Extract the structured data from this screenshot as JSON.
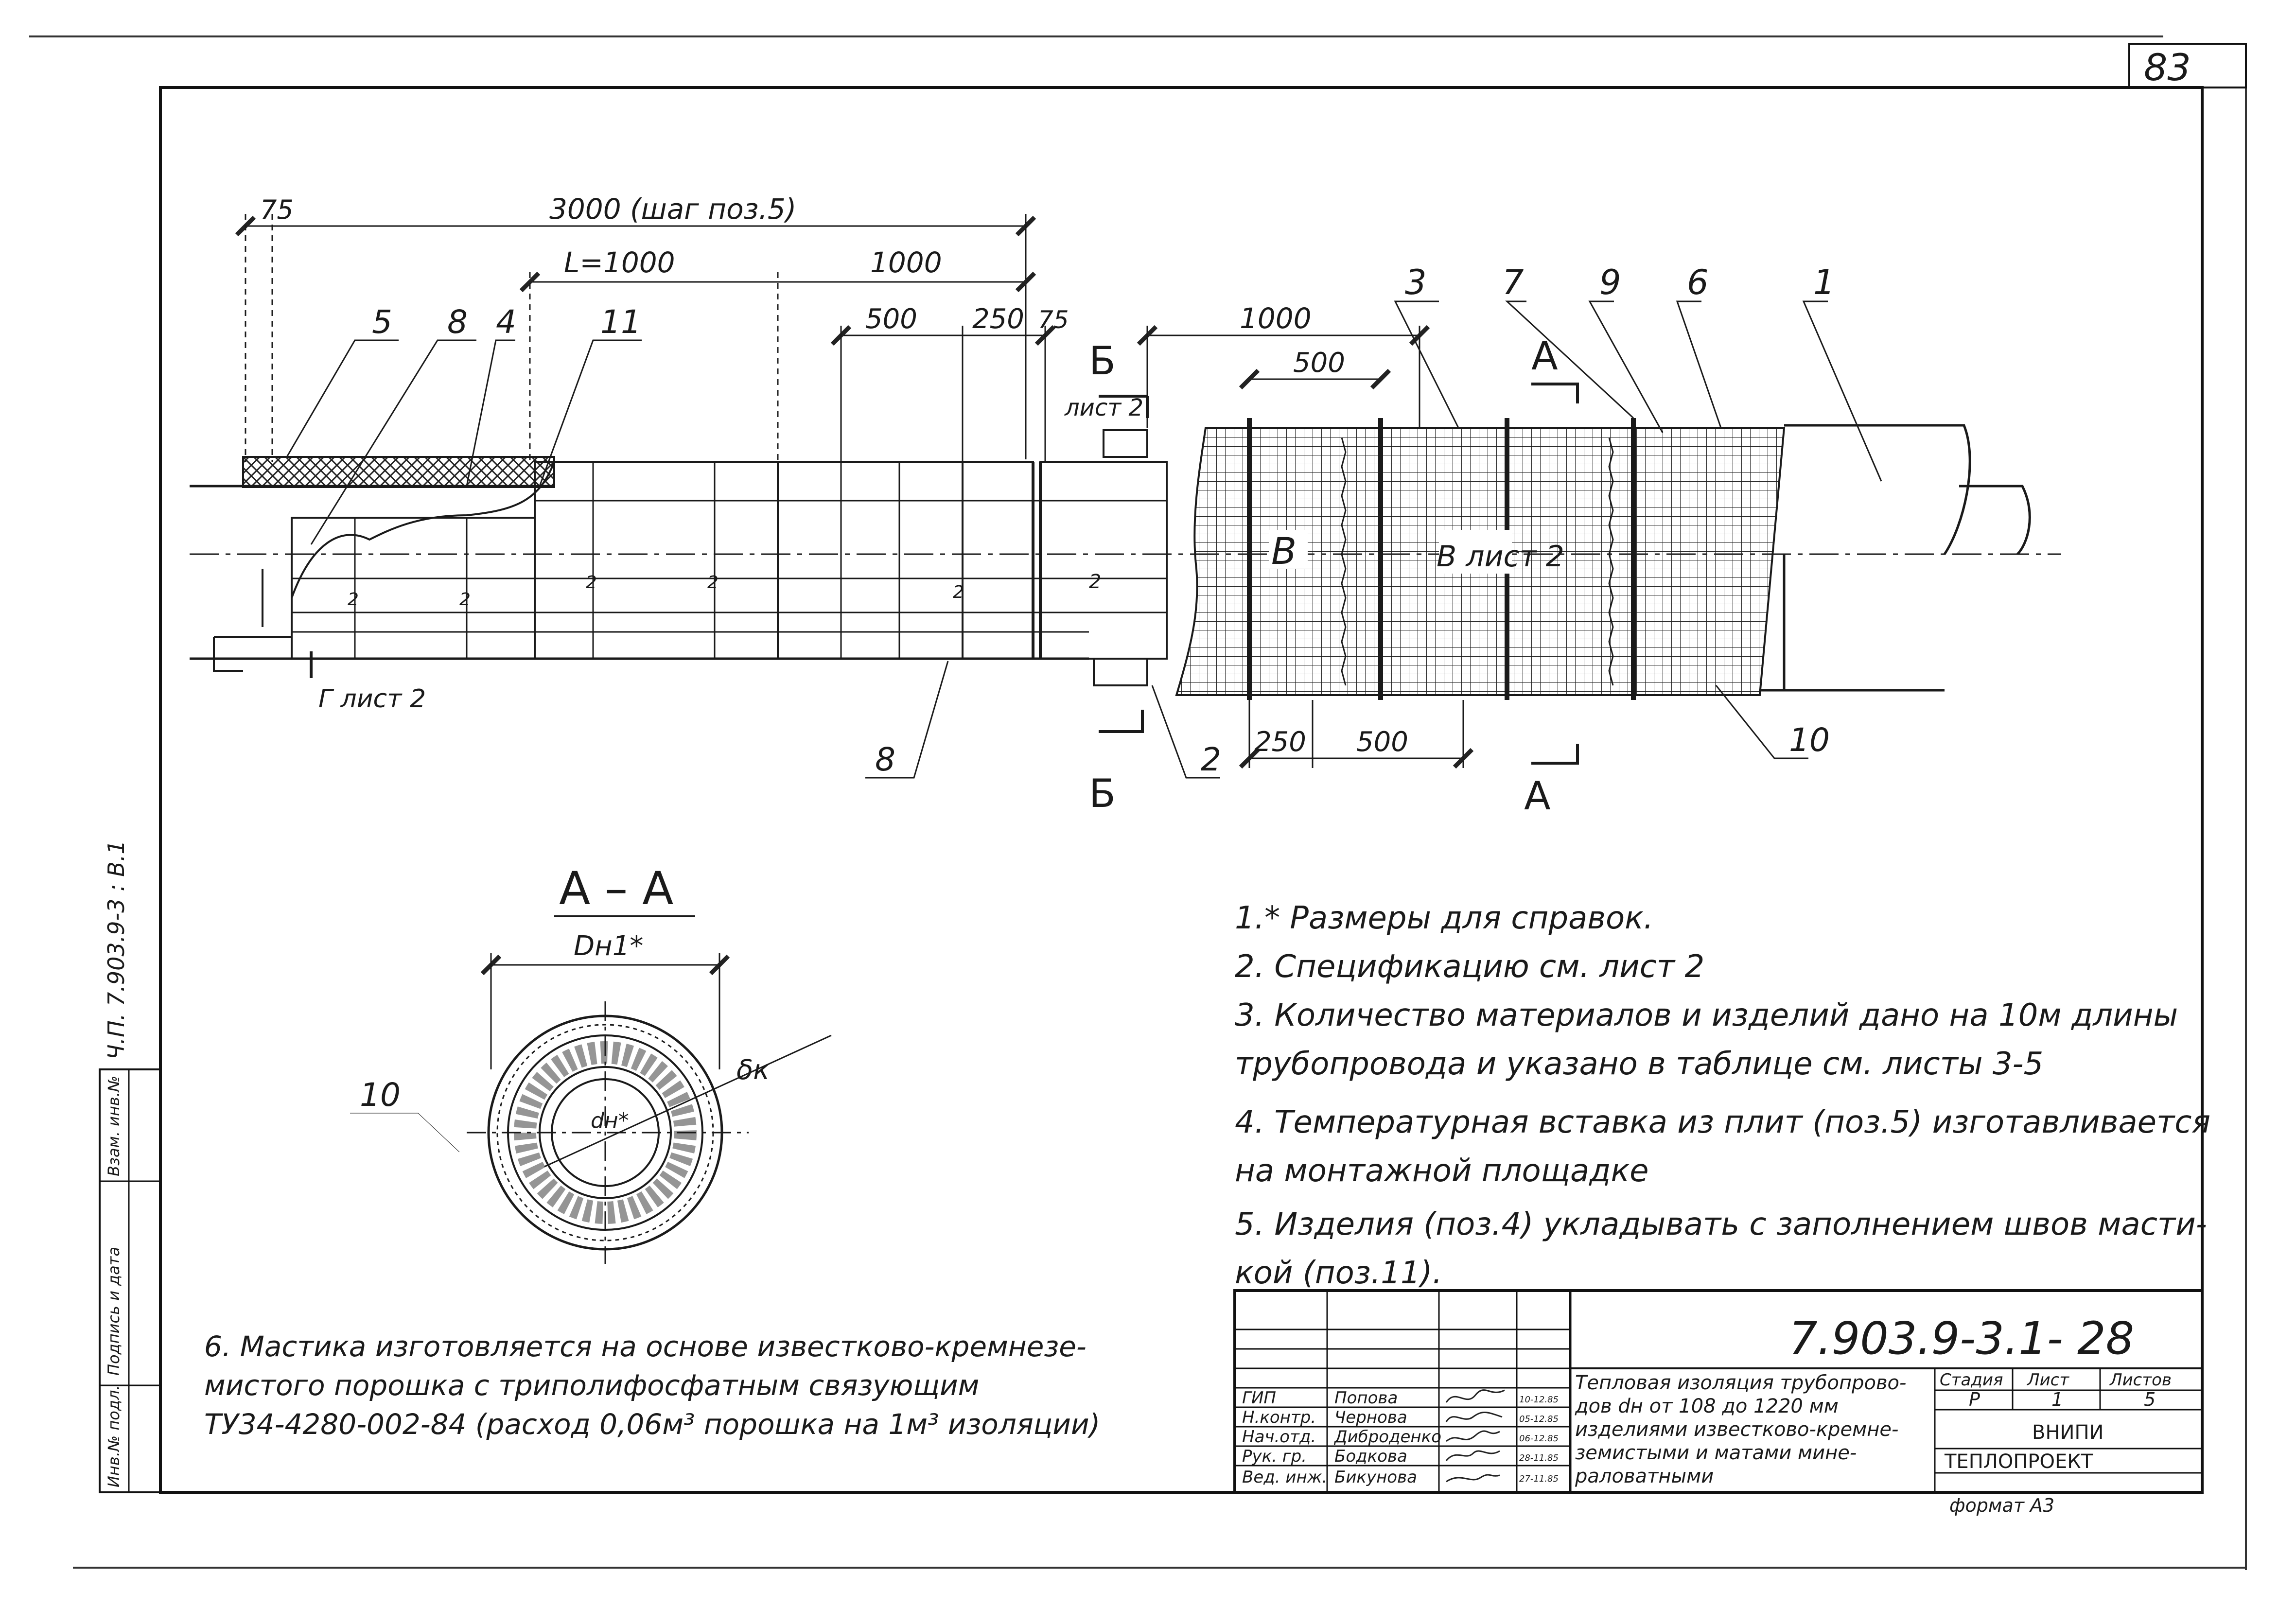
{
  "page_number": "83",
  "side_stamp": "Ч.П. 7.903.9-3 : В.1",
  "side_labels": [
    "Инв.№ подл.",
    "Подпись и дата",
    "Взам. инв.№"
  ],
  "dims": {
    "d75_left": "75",
    "d3000": "3000 (шаг поз.5)",
    "dL1000": "L=1000",
    "d1000_mid": "1000",
    "d500_mid": "500",
    "d250_mid": "250",
    "d75_mid": "75",
    "d1000_right": "1000",
    "d500_top_right": "500",
    "d250_bottom": "250",
    "d500_bottom": "500"
  },
  "positions": {
    "p5": "5",
    "p8a": "8",
    "p4": "4",
    "p11": "11",
    "p3": "3",
    "p7": "7",
    "p9": "9",
    "p6": "6",
    "p1": "1",
    "p8b": "8",
    "p2": "2",
    "p10": "10"
  },
  "cuts": {
    "b_top": "Б",
    "b_top_sheet": "лист 2",
    "b_bottom": "Б",
    "a_top": "А",
    "a_bottom": "А",
    "g_sheet": "Г лист 2",
    "v_label": "В",
    "v_sheet_label": "В лист 2"
  },
  "inner_marks": [
    "2",
    "2",
    "2",
    "2",
    "2",
    "2"
  ],
  "section": {
    "title": "А – А",
    "dh1": "Dн1*",
    "dn": "dн*",
    "delta_k": "δк",
    "pos10": "10"
  },
  "notes": [
    "1.* Размеры для справок.",
    "2. Спецификацию см. лист 2",
    "3. Количество материалов и изделий дано на 10м длины",
    "трубопровода и указано в таблице см. листы 3-5",
    "4. Температурная вставка из плит (поз.5) изготавливается",
    "на монтажной площадке",
    "5. Изделия (поз.4) укладывать с заполнением швов масти-",
    "кой (поз.11)."
  ],
  "note6": [
    "6. Мастика изготовляется на основе известково-кремнезе-",
    "мистого порошка с триполифосфатным связующим",
    "ТУ34-4280-002-84 (расход 0,06м³ порошка на 1м³ изоляции)"
  ],
  "title_block": {
    "doc_code": "7.903.9-3.1- 28",
    "title_lines": [
      "Тепловая изоляция трубопрово-",
      "дов dн от 108 до 1220 мм",
      "изделиями известково-кремне-",
      "земистыми и матами мине-",
      "раловатными"
    ],
    "stage_header": "Стадия",
    "sheet_header": "Лист",
    "sheets_header": "Листов",
    "stage": "Р",
    "sheet": "1",
    "sheets": "5",
    "org1": "ВНИПИ",
    "org2": "ТЕПЛОПРОЕКТ",
    "format": "формат А3",
    "people": [
      {
        "role": "ГИП",
        "name": "Попова",
        "date": "10-12.85"
      },
      {
        "role": "Н.контр.",
        "name": "Чернова",
        "date": "05-12.85"
      },
      {
        "role": "Нач.отд.",
        "name": "Диброденко",
        "date": "06-12.85"
      },
      {
        "role": "Рук. гр.",
        "name": "Бодкова",
        "date": "28-11.85"
      },
      {
        "role": "Вед. инж.",
        "name": "Бикунова",
        "date": "27-11.85"
      }
    ]
  }
}
